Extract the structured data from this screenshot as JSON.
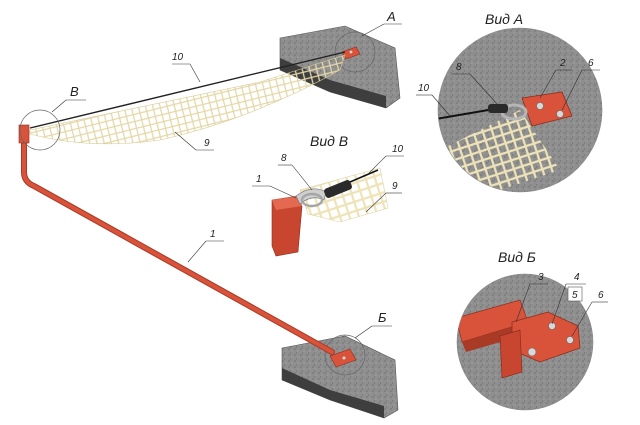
{
  "view_titles": {
    "vid_a": "Вид А",
    "vid_v": "Вид В",
    "vid_b": "Вид Б"
  },
  "markers": {
    "a": "А",
    "v": "В",
    "b": "Б"
  },
  "callouts": {
    "main": {
      "n1": "1",
      "n9": "9",
      "n10": "10"
    },
    "view_a": {
      "n2": "2",
      "n6": "6",
      "n8": "8",
      "n10": "10"
    },
    "view_v": {
      "n1": "1",
      "n8": "8",
      "n9": "9",
      "n10": "10"
    },
    "view_b": {
      "n3": "3",
      "n4": "4",
      "n5": "5",
      "n6": "6"
    }
  },
  "colors": {
    "bar": "#d9533b",
    "bar_dark": "#a93a26",
    "concrete": "#8a8a8a",
    "concrete_dark": "#4b4b4b",
    "cable": "#222222",
    "net": "#e8dfb4"
  }
}
